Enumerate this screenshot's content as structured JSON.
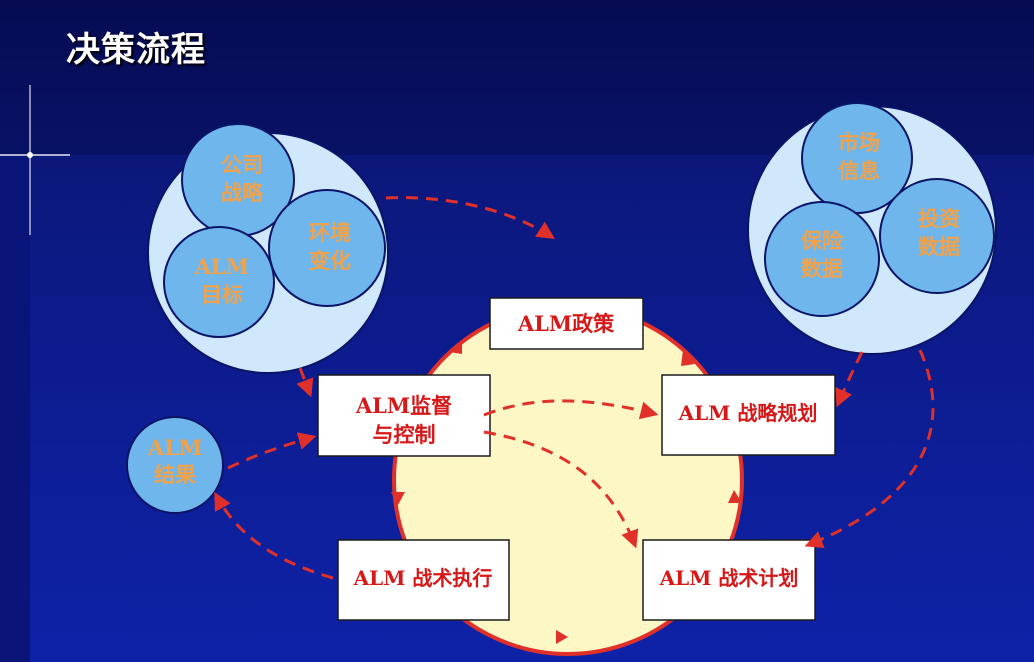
{
  "title": "决策流程",
  "left_cluster": {
    "company_strategy": [
      "公司",
      "战略"
    ],
    "environment_change": [
      "环境",
      "变化"
    ],
    "alm_goal": [
      "ALM",
      "目标"
    ]
  },
  "right_cluster": {
    "market_info": [
      "市场",
      "信息"
    ],
    "investment_data": [
      "投资",
      "数据"
    ],
    "insurance_data": [
      "保险",
      "数据"
    ]
  },
  "alm_result": [
    "ALM",
    "结果"
  ],
  "boxes": {
    "policy": "ALM政策",
    "monitor": [
      "ALM监督",
      "与控制"
    ],
    "strategic_plan": "ALM 战略规划",
    "tactical_exec": "ALM 战术执行",
    "tactical_plan": "ALM 战术计划"
  },
  "colors": {
    "background": "#0c1a86",
    "cluster_fill": "#cfe8fb",
    "inner_circle": "#6fb6ec",
    "center_circle": "#fdf7c6",
    "arrow": "#e0302a",
    "orange_text": "#f0a24a",
    "red_text": "#d61818"
  }
}
